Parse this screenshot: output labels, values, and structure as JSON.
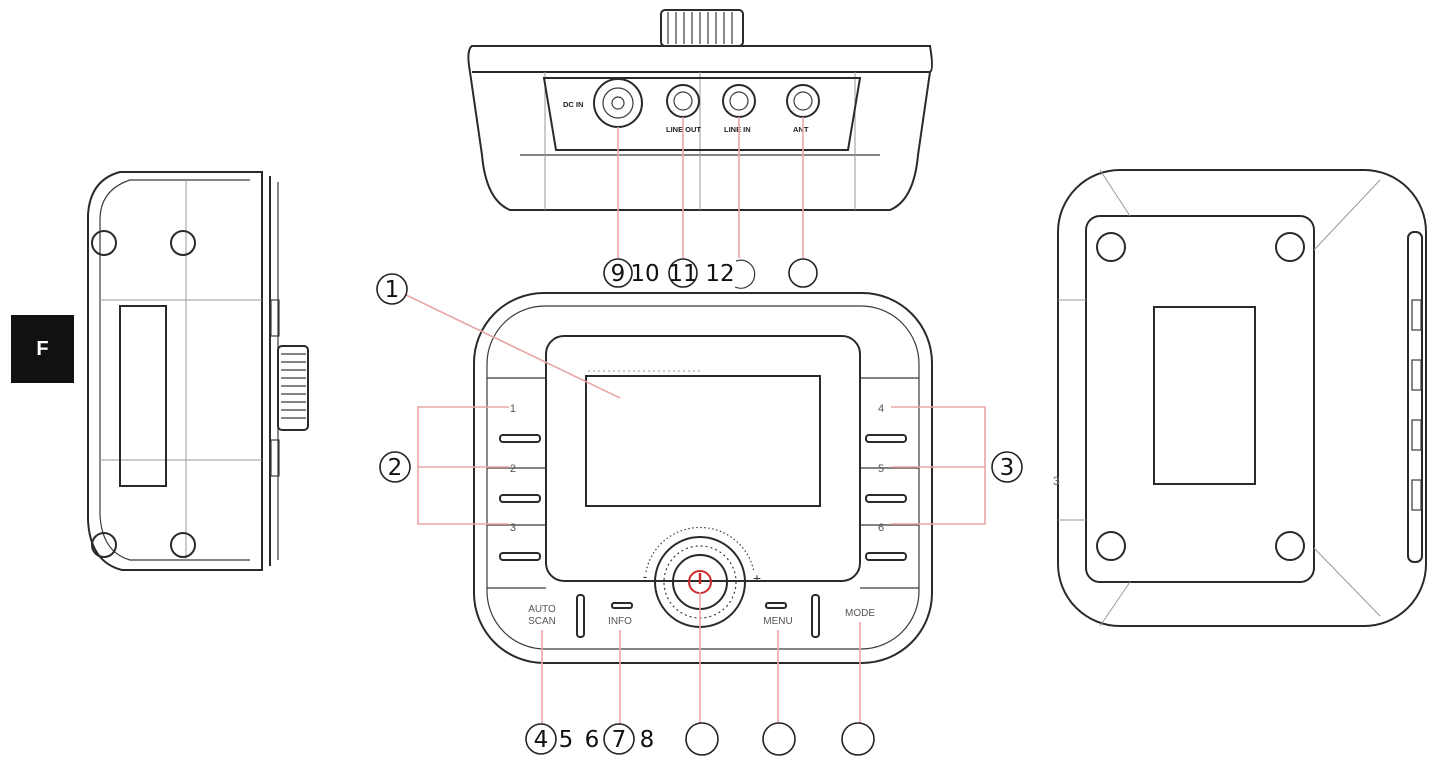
{
  "side_tab": {
    "label": "F"
  },
  "jacks": {
    "dc_in": "DC IN",
    "line_out": "LINE OUT",
    "line_in": "LINE IN",
    "ant": "ANT"
  },
  "top_callouts": {
    "c9": "9",
    "c10": "10",
    "c11": "11",
    "c12": "12"
  },
  "front_callouts": {
    "c1": "1",
    "c2": "2",
    "c3": "3"
  },
  "bottom_callouts": {
    "c4": "4",
    "c5": "5",
    "c6": "6",
    "c7": "7",
    "c8": "8"
  },
  "presets": {
    "p1": "1",
    "p2": "2",
    "p3": "3",
    "p4": "4",
    "p5": "5",
    "p6": "6"
  },
  "keys": {
    "auto": "AUTO",
    "scan": "SCAN",
    "info": "INFO",
    "menu": "MENU",
    "mode": "MODE"
  },
  "volume": {
    "minus": "-",
    "plus": "+"
  },
  "stray_mark": "3"
}
